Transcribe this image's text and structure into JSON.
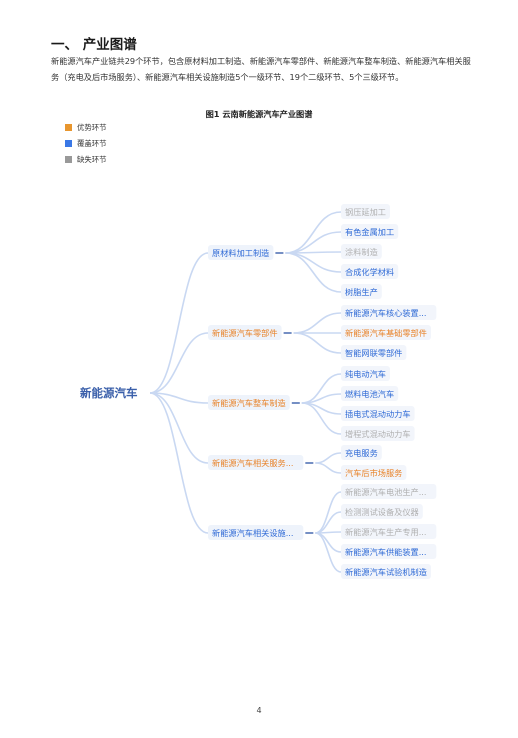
{
  "heading": "一、 产业图谱",
  "paragraph": "新能源汽车产业链共29个环节，包含原材料加工制造、新能源汽车零部件、新能源汽车整车制造、新能源汽车相关服务（充电及后市场服务）、新能源汽车相关设施制造5个一级环节、19个二级环节、5个三级环节。",
  "figure_title": "图1 云南新能源汽车产业图谱",
  "legend": [
    {
      "label": "优势环节",
      "color": "#e8962e"
    },
    {
      "label": "覆盖环节",
      "color": "#3a78e6"
    },
    {
      "label": "缺失环节",
      "color": "#999999"
    }
  ],
  "colors": {
    "advantage": "#e8832a",
    "covered": "#2f6ad6",
    "missing": "#b0b0b0",
    "line": "#c9d8f2",
    "root": "#3a5faa"
  },
  "mindmap": {
    "root": "新能源汽车",
    "branches": [
      {
        "label": "原材料加工制造",
        "status": "covered",
        "children": [
          {
            "label": "钢压延加工",
            "status": "missing"
          },
          {
            "label": "有色金属加工",
            "status": "covered"
          },
          {
            "label": "涂料制造",
            "status": "missing"
          },
          {
            "label": "合成化学材料",
            "status": "covered"
          },
          {
            "label": "树脂生产",
            "status": "covered"
          }
        ]
      },
      {
        "label": "新能源汽车零部件",
        "status": "advantage",
        "children": [
          {
            "label": "新能源汽车核心装置...",
            "status": "covered"
          },
          {
            "label": "新能源汽车基础零部件",
            "status": "advantage"
          },
          {
            "label": "智能网联零部件",
            "status": "covered"
          }
        ]
      },
      {
        "label": "新能源汽车整车制造",
        "status": "advantage",
        "children": [
          {
            "label": "纯电动汽车",
            "status": "covered"
          },
          {
            "label": "燃料电池汽车",
            "status": "covered"
          },
          {
            "label": "插电式混动动力车",
            "status": "covered"
          },
          {
            "label": "增程式混动动力车",
            "status": "missing"
          }
        ]
      },
      {
        "label": "新能源汽车相关服务...",
        "status": "advantage",
        "children": [
          {
            "label": "充电服务",
            "status": "covered"
          },
          {
            "label": "汽车后市场服务",
            "status": "advantage"
          }
        ]
      },
      {
        "label": "新能源汽车相关设施...",
        "status": "covered",
        "children": [
          {
            "label": "新能源汽车电池生产...",
            "status": "missing"
          },
          {
            "label": "检测测试设备及仪器",
            "status": "missing"
          },
          {
            "label": "新能源汽车生产专用...",
            "status": "missing"
          },
          {
            "label": "新能源汽车供能装置...",
            "status": "covered"
          },
          {
            "label": "新能源汽车试验机制造",
            "status": "covered"
          }
        ]
      }
    ]
  },
  "page_number": "4"
}
